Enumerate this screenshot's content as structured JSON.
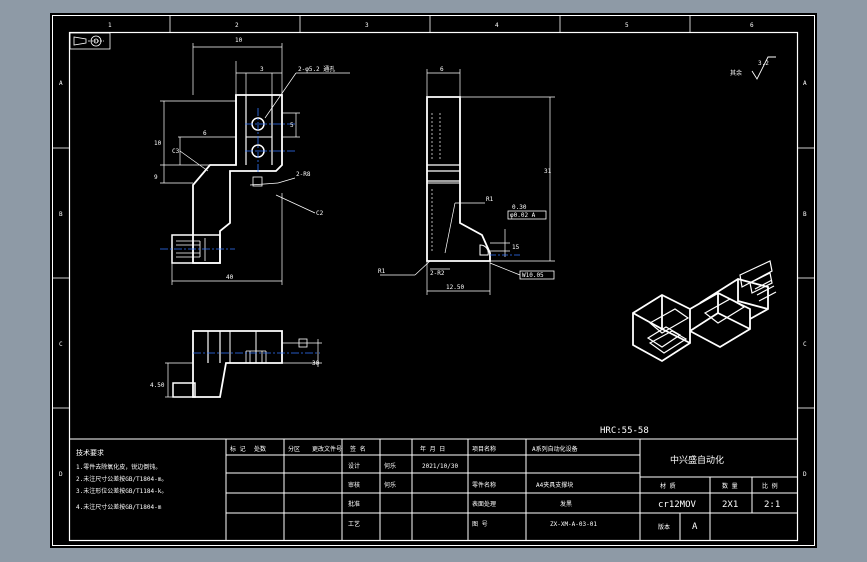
{
  "border": {
    "top_zones": [
      "1",
      "2",
      "3",
      "4",
      "5",
      "6"
    ],
    "side_zones": [
      "A",
      "B",
      "C",
      "D"
    ]
  },
  "roughness": {
    "value": "3.2",
    "prefix": "其余"
  },
  "annotations": {
    "hardness": "HRC:55-58"
  },
  "front_view_dims": {
    "top_width": "10",
    "inner": "3",
    "hole_note": "2-φ5.2 通孔",
    "height_total": "10",
    "offset_6": "6",
    "chamfer": "C3",
    "r8": "2-R8",
    "c2": "C2",
    "bottom_width": "40",
    "left_9": "9",
    "pitch": "5"
  },
  "side_view_dims": {
    "top_width": "6",
    "height": "31",
    "r1_upper": "R1",
    "r1_lower": "R1",
    "r2": "2-R2",
    "tol_upper": "0.30",
    "tol_box": "φ0.02 A",
    "bottom_width": "12.50",
    "box_label": "W10.05",
    "dim_15": "15"
  },
  "bottom_view_dims": {
    "left_height": "4.50",
    "right_dim": "30"
  },
  "tech_requirements": {
    "title": "技术要求",
    "lines": [
      "1.零件去除氧化皮，锐边倒钝。",
      "2.未注尺寸公差按GB/T1804-m。",
      "3.未注形位公差按GB/T1184-k。",
      "4.未注尺寸公差按GB/T1804-m"
    ]
  },
  "title_block": {
    "headers": [
      "标 记",
      "处数",
      "分区",
      "更改文件号",
      "签 名",
      "年 月 日"
    ],
    "row_design": "设计",
    "designer": "何乐",
    "date": "2021/10/30",
    "row_check": "审核",
    "checker": "何乐",
    "row_process": "工艺",
    "row_approve": "批准",
    "label_project": "项目名称",
    "project": "A系列自动化设备",
    "label_part": "零件名称",
    "part": "A4夹具支撑块",
    "label_surface": "表面处理",
    "surface": "发黑",
    "label_drawing": "图 号",
    "drawing_no": "ZX-XM-A-03-01",
    "company": "中兴盛自动化",
    "col_material": "材 质",
    "col_qty": "数 量",
    "col_scale": "比 例",
    "material": "cr12MOV",
    "qty": "2X1",
    "scale": "2:1",
    "label_version": "版本",
    "version": "A"
  }
}
